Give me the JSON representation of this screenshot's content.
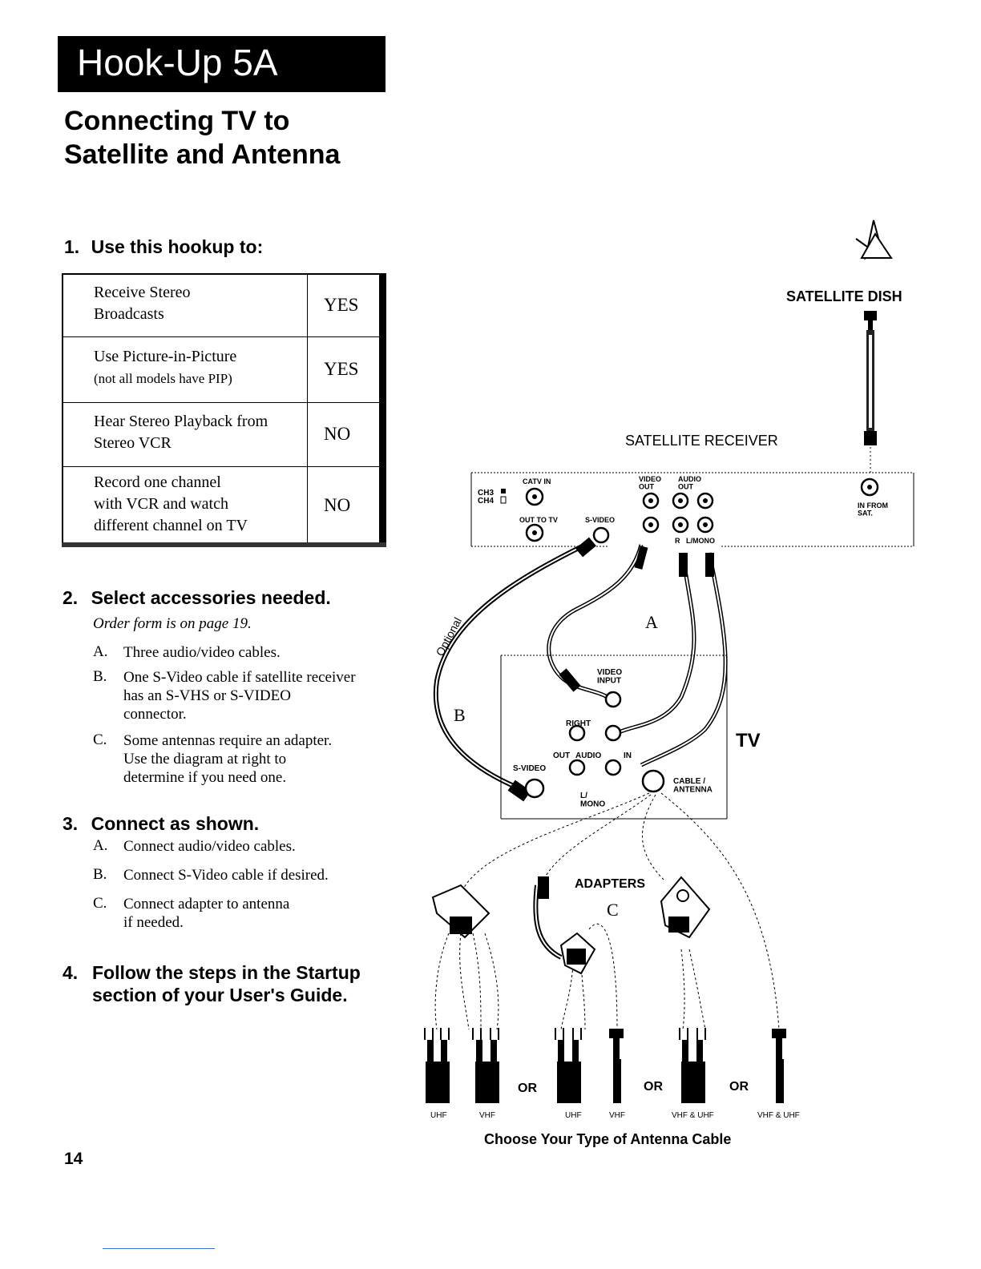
{
  "header": {
    "title": "Hook-Up 5A"
  },
  "subtitle": {
    "line1": "Connecting TV to",
    "line2": "Satellite and Antenna"
  },
  "step1": {
    "number": "1.",
    "heading": "Use this hookup to:",
    "rows": [
      {
        "line1": "Receive Stereo",
        "line2": "Broadcasts",
        "line3": "",
        "answer": "YES"
      },
      {
        "line1": "Use Picture-in-Picture",
        "line2": "(not all models have PIP)",
        "line3": "",
        "answer": "YES"
      },
      {
        "line1": "Hear  Stereo Playback from",
        "line2": "Stereo VCR",
        "line3": "",
        "answer": "NO"
      },
      {
        "line1": "Record one channel",
        "line2": "with VCR and watch",
        "line3": "different channel on TV",
        "answer": "NO"
      }
    ]
  },
  "step2": {
    "number": "2.",
    "heading": "Select accessories needed.",
    "note": "Order form is on page 19.",
    "items": [
      {
        "letter": "A.",
        "lines": [
          "Three audio/video cables."
        ]
      },
      {
        "letter": "B.",
        "lines": [
          "One S-Video cable if satellite receiver",
          "has an S-VHS or S-VIDEO",
          "connector."
        ]
      },
      {
        "letter": "C.",
        "lines": [
          "Some antennas require an adapter.",
          "Use the diagram at right to",
          "determine if you need one."
        ]
      }
    ]
  },
  "step3": {
    "number": "3.",
    "heading": "Connect as shown.",
    "items": [
      {
        "letter": "A.",
        "lines": [
          "Connect audio/video cables."
        ]
      },
      {
        "letter": "B.",
        "lines": [
          "Connect S-Video cable if desired."
        ]
      },
      {
        "letter": "C.",
        "lines": [
          "Connect adapter to antenna",
          "if needed."
        ]
      }
    ]
  },
  "step4": {
    "number": "4.",
    "line1": "Follow the steps in the Startup",
    "line2": "section of your User's Guide."
  },
  "diagram": {
    "satellite_dish": "SATELLITE DISH",
    "satellite_receiver": "SATELLITE RECEIVER",
    "receiver": {
      "ch3": "CH3",
      "ch4": "CH4",
      "catv_in": "CATV IN",
      "out_to_tv": "OUT TO TV",
      "s_video": "S-VIDEO",
      "video_out": "VIDEO\nOUT",
      "audio_out": "AUDIO\nOUT",
      "r": "R",
      "l_mono": "L/MONO",
      "in_from_sat": "IN FROM\nSAT."
    },
    "tv": {
      "label": "TV",
      "video_input": "VIDEO\nINPUT",
      "right": "RIGHT",
      "out": "OUT",
      "audio": "AUDIO",
      "in": "IN",
      "s_video": "S-VIDEO",
      "l_mono": "L/\nMONO",
      "cable_antenna": "CABLE /\nANTENNA"
    },
    "optional": "Optional",
    "letter_a": "A",
    "letter_b": "B",
    "letter_c": "C",
    "adapters": "ADAPTERS",
    "or": "OR",
    "cable_labels": [
      "UHF",
      "VHF",
      "UHF",
      "VHF",
      "VHF & UHF",
      "VHF & UHF"
    ],
    "caption": "Choose Your Type of Antenna Cable"
  },
  "page_number": "14"
}
